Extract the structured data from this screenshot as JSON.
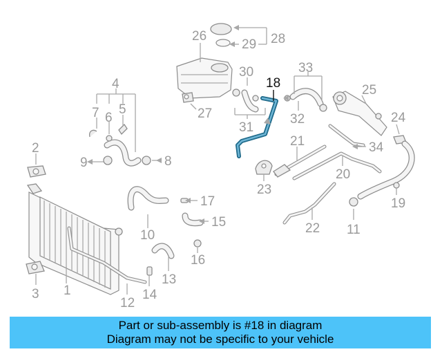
{
  "labels": {
    "p1": "1",
    "p2": "2",
    "p3": "3",
    "p4": "4",
    "p5": "5",
    "p6": "6",
    "p7": "7",
    "p8": "8",
    "p9": "9",
    "p10": "10",
    "p11": "11",
    "p12": "12",
    "p13": "13",
    "p14": "14",
    "p15": "15",
    "p16": "16",
    "p17": "17",
    "p18": "18",
    "p19": "19",
    "p20": "20",
    "p21": "21",
    "p22": "22",
    "p23": "23",
    "p24": "24",
    "p25": "25",
    "p26": "26",
    "p27": "27",
    "p28": "28",
    "p29": "29",
    "p30": "30",
    "p31": "31",
    "p32": "32",
    "p33": "33",
    "p34": "34"
  },
  "highlight_color": "#1f6a8a",
  "banner": {
    "line1": "Part or sub-assembly is #18 in diagram",
    "line2": "Diagram may not be specific to your vehicle",
    "color": "#4dc3f9"
  }
}
